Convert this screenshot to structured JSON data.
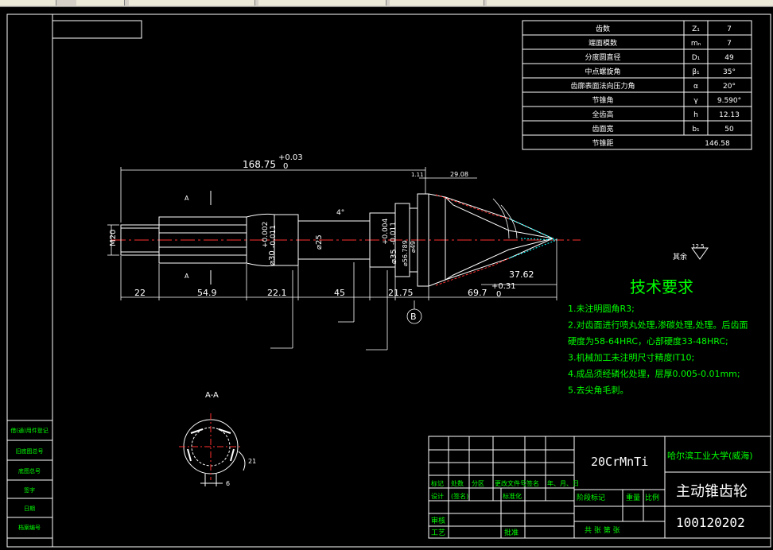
{
  "gear_table": {
    "rows": [
      {
        "name": "齿数",
        "symbol": "Z₁",
        "value": "7"
      },
      {
        "name": "端面模数",
        "symbol": "mₙ",
        "value": "7"
      },
      {
        "name": "分度圆直径",
        "symbol": "D₁",
        "value": "49"
      },
      {
        "name": "中点螺旋角",
        "symbol": "β₁",
        "value": "35°"
      },
      {
        "name": "齿廓表面法向压力角",
        "symbol": "α",
        "value": "20°"
      },
      {
        "name": "节锥角",
        "symbol": "γ",
        "value": "9.590°"
      },
      {
        "name": "全齿高",
        "symbol": "h",
        "value": "12.13"
      },
      {
        "name": "齿面宽",
        "symbol": "b₁",
        "value": "50"
      },
      {
        "name": "节锥距",
        "symbol": "",
        "value": "146.58"
      }
    ]
  },
  "dims": {
    "overall": "168.75",
    "overall_tol_upper": "+0.03",
    "overall_tol_lower": "0",
    "d_m20": "M20",
    "d_spline": "⌀30",
    "d_spline_tol_upper": "+0.002",
    "d_spline_tol_lower": "-0.011",
    "d_neck": "⌀25",
    "d_bearing": "⌀35",
    "d_bearing_tol_upper": "+0.004",
    "d_bearing_tol_lower": "-0.011",
    "d_shoulder1": "⌀56.789",
    "d_shoulder2": "⌀49",
    "len_22": "22",
    "len_54_9": "54.9",
    "len_22_1": "22.1",
    "len_45": "45",
    "len_21_75": "21.75",
    "len_69_7": "69.7",
    "len_69_7_tol_upper": "+0.31",
    "len_69_7_tol_lower": "0",
    "len_37_62": "37.62",
    "len_29_08": "29.08",
    "len_1_11": "1.11",
    "angle_label": "4°",
    "section_mark": "A",
    "datum": "B",
    "section_title": "A-A",
    "section_dim_6": "6",
    "section_dim_21": "21"
  },
  "roughness": {
    "label": "其余",
    "value": "12.5"
  },
  "tech_requirements": {
    "title": "技术要求",
    "items": [
      "1.未注明圆角R3;",
      "2.对齿面进行喷丸处理,渗碳处理,处理。后齿面",
      "硬度为58-64HRC，心部硬度33-48HRC;",
      "3.机械加工未注明尺寸精度IT10;",
      "4.成品须经磷化处理，层厚0.005-0.01mm;",
      "5.去尖角毛刺。"
    ]
  },
  "title_block": {
    "material": "20CrMnTi",
    "school": "哈尔滨工业大学(威海)",
    "part_name": "主动锥齿轮",
    "drawing_no": "100120202",
    "header_cells": [
      "标记",
      "处数",
      "分区",
      "更改文件号",
      "签名",
      "年、月、日"
    ],
    "row2_cells": [
      "设计",
      "(签名)",
      "",
      "标准化",
      "",
      ""
    ],
    "row_review": "审核",
    "row_process": "工艺",
    "row_approve": "批准",
    "stage_label": "阶段标记",
    "weight_label": "重量",
    "scale_label": "比例",
    "sheets_label": "共  张  第  张"
  },
  "left_strip": [
    "借(通)用件登记",
    "旧底图总号",
    "底图总号",
    "签字",
    "日期",
    "档案编号"
  ],
  "colors": {
    "background": "#000000",
    "lines": "#ffffff",
    "centerline": "#ff3030",
    "tech_text": "#00ff00",
    "hatch": "#00ffff"
  }
}
